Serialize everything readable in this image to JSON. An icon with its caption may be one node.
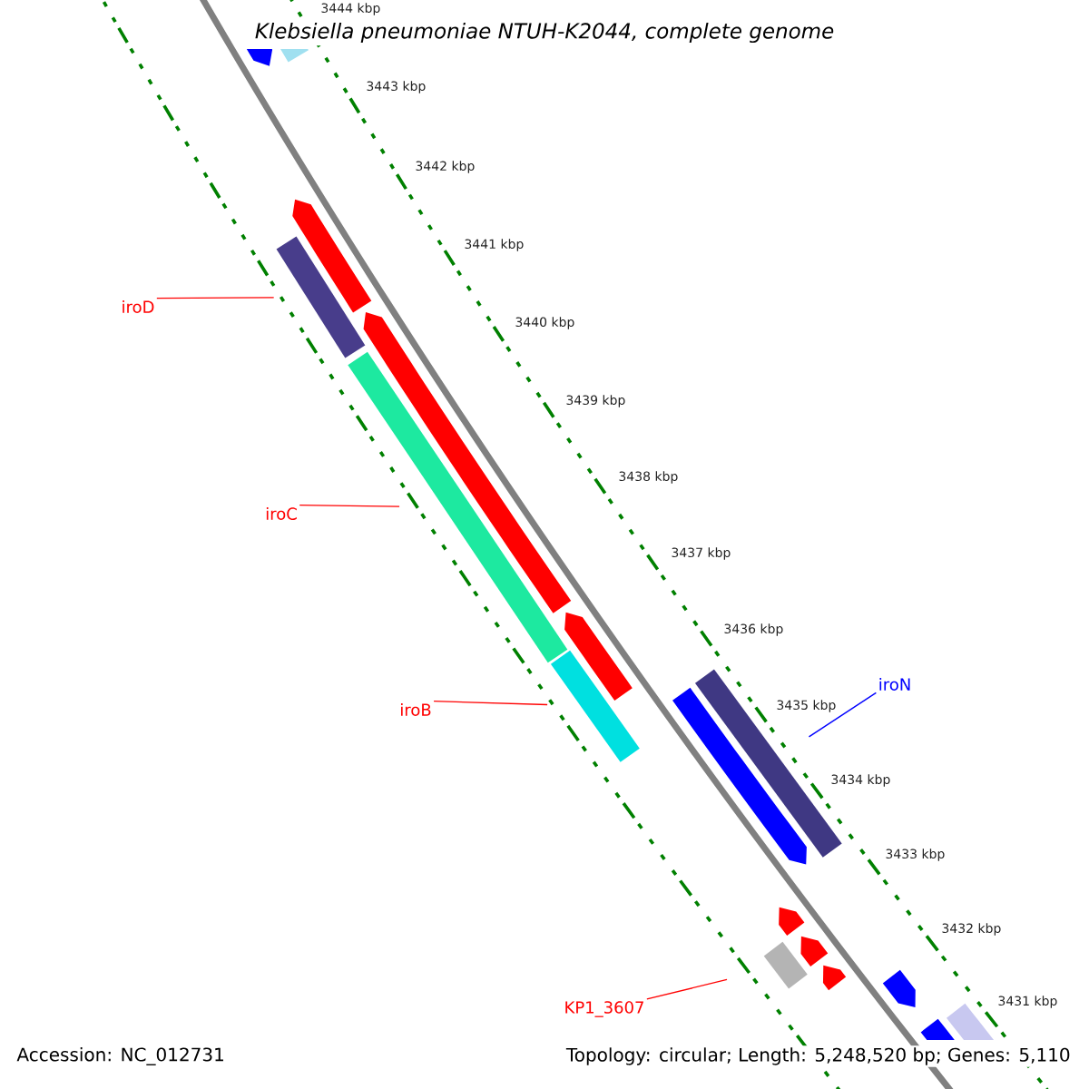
{
  "diagram": {
    "title": "Klebsiella pneumoniae NTUH-K2044, complete genome",
    "nodes": [
      {
        "text": [
          "iroD"
        ]
      },
      {
        "text": [],
        "shape": "bar"
      },
      {
        "text": [
          "iroC"
        ]
      },
      {
        "text": [],
        "shape": "bar"
      },
      {
        "text": [
          "iroB"
        ]
      },
      {
        "text": [],
        "shape": "bar"
      },
      {
        "text": [
          "iroN"
        ]
      },
      {
        "text": [],
        "shape": "bar"
      },
      {
        "text": [
          "KP1_3607"
        ]
      },
      {
        "text": [],
        "shape": "bar"
      }
    ],
    "edges": [
      {
        "from": 0,
        "to": 1,
        "arrow": "none"
      },
      {
        "from": 2,
        "to": 3,
        "arrow": "none"
      },
      {
        "from": 4,
        "to": 5,
        "arrow": "none"
      },
      {
        "from": 6,
        "to": 7,
        "arrow": "none",
        "color": "#0000ff"
      },
      {
        "from": 8,
        "to": 9,
        "arrow": "none"
      }
    ],
    "labels": [
      "3444 kbp",
      "3443 kbp",
      "3442 kbp",
      "3441 kbp",
      "3440 kbp",
      "3439 kbp",
      "3438 kbp",
      "3437 kbp",
      "3436 kbp",
      "3435 kbp",
      "3434 kbp",
      "3433 kbp",
      "3432 kbp",
      "3431 kbp",
      "Accession: NC_012731",
      "Topology: circular; Length: 5,248,520 bp; Genes: 5,110"
    ]
  }
}
